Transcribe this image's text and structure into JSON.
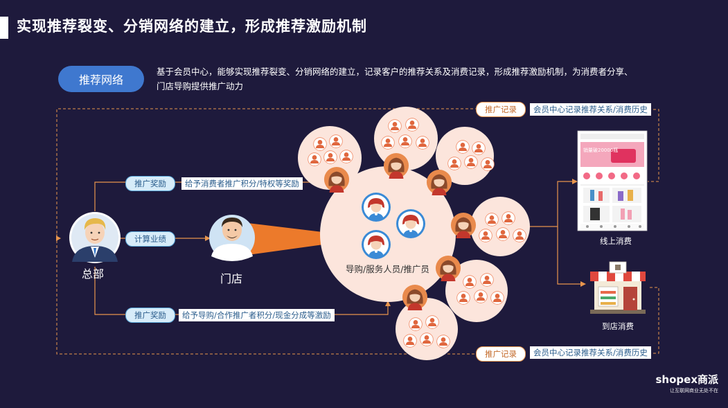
{
  "title": "实现推荐裂变、分销网络的建立，形成推荐激励机制",
  "badge": "推荐网络",
  "description": "基于会员中心，能够实现推荐裂变、分销网络的建立，记录客户的推荐关系及消费记录，形成推荐激励机制，为消费者分享、门店导购提供推广动力",
  "nodes": {
    "hq": "总部",
    "store": "门店",
    "center": "导购/服务人员/推广员",
    "online": "线上消费",
    "offline": "到店消费"
  },
  "tags": {
    "reward_top": "推广奖励",
    "performance": "计算业绩",
    "reward_bottom": "推广奖励",
    "record_top": "推广记录",
    "record_bottom": "推广记录"
  },
  "labels": {
    "reward_top_text": "给予消费者推广积分/特权等奖励",
    "reward_bottom_text": "给予导购/合作推广者积分/现金分成等激励",
    "record_top_text": "会员中心记录推荐关系/消费历史",
    "record_bottom_text": "会员中心记录推荐关系/消费历史"
  },
  "phone": {
    "promo": "销量破20000瓶"
  },
  "logo": {
    "name": "shopex商派",
    "slogan": "让互联网商业无处不在"
  },
  "colors": {
    "background": "#1e1a3c",
    "accent_blue": "#3f78cf",
    "orange": "#e8954d",
    "bubble": "#fce5dc",
    "person": "#e0673e"
  }
}
